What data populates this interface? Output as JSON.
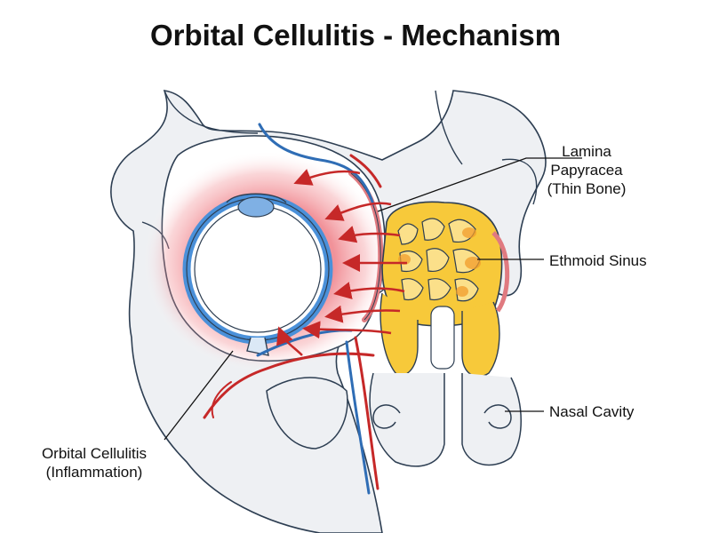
{
  "title": "Orbital Cellulitis - Mechanism",
  "labels": {
    "lamina": {
      "line1": "Lamina",
      "line2": "Papyracea",
      "line3": "(Thin Bone)"
    },
    "ethmoid": "Ethmoid Sinus",
    "nasal": "Nasal Cavity",
    "cellulitis": {
      "line1": "Orbital Cellulitis",
      "line2": "(Inflammation)"
    }
  },
  "colors": {
    "bone_fill": "#eef0f3",
    "outline": "#2d3e52",
    "inflammation": "#e63946",
    "eye_blue": "#4a90d9",
    "sinus_yellow": "#f7c93a",
    "sinus_orange": "#f29d2b",
    "artery": "#c62828",
    "vein": "#2f6db5"
  }
}
